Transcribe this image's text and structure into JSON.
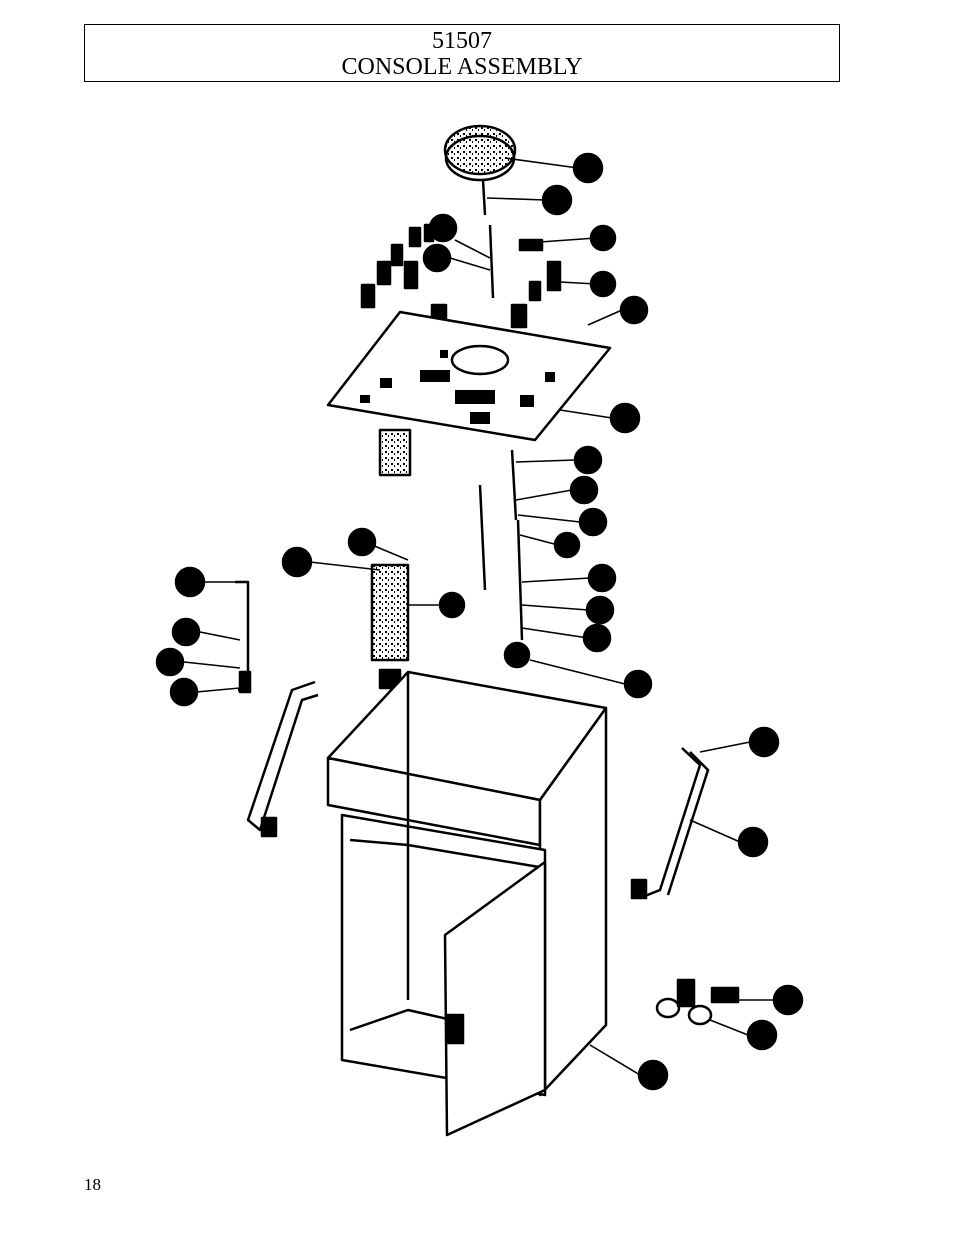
{
  "header": {
    "part_number": "51507",
    "title": "CONSOLE ASSEMBLY"
  },
  "footer": {
    "page_number": "18"
  },
  "diagram": {
    "callout_count": 29
  }
}
